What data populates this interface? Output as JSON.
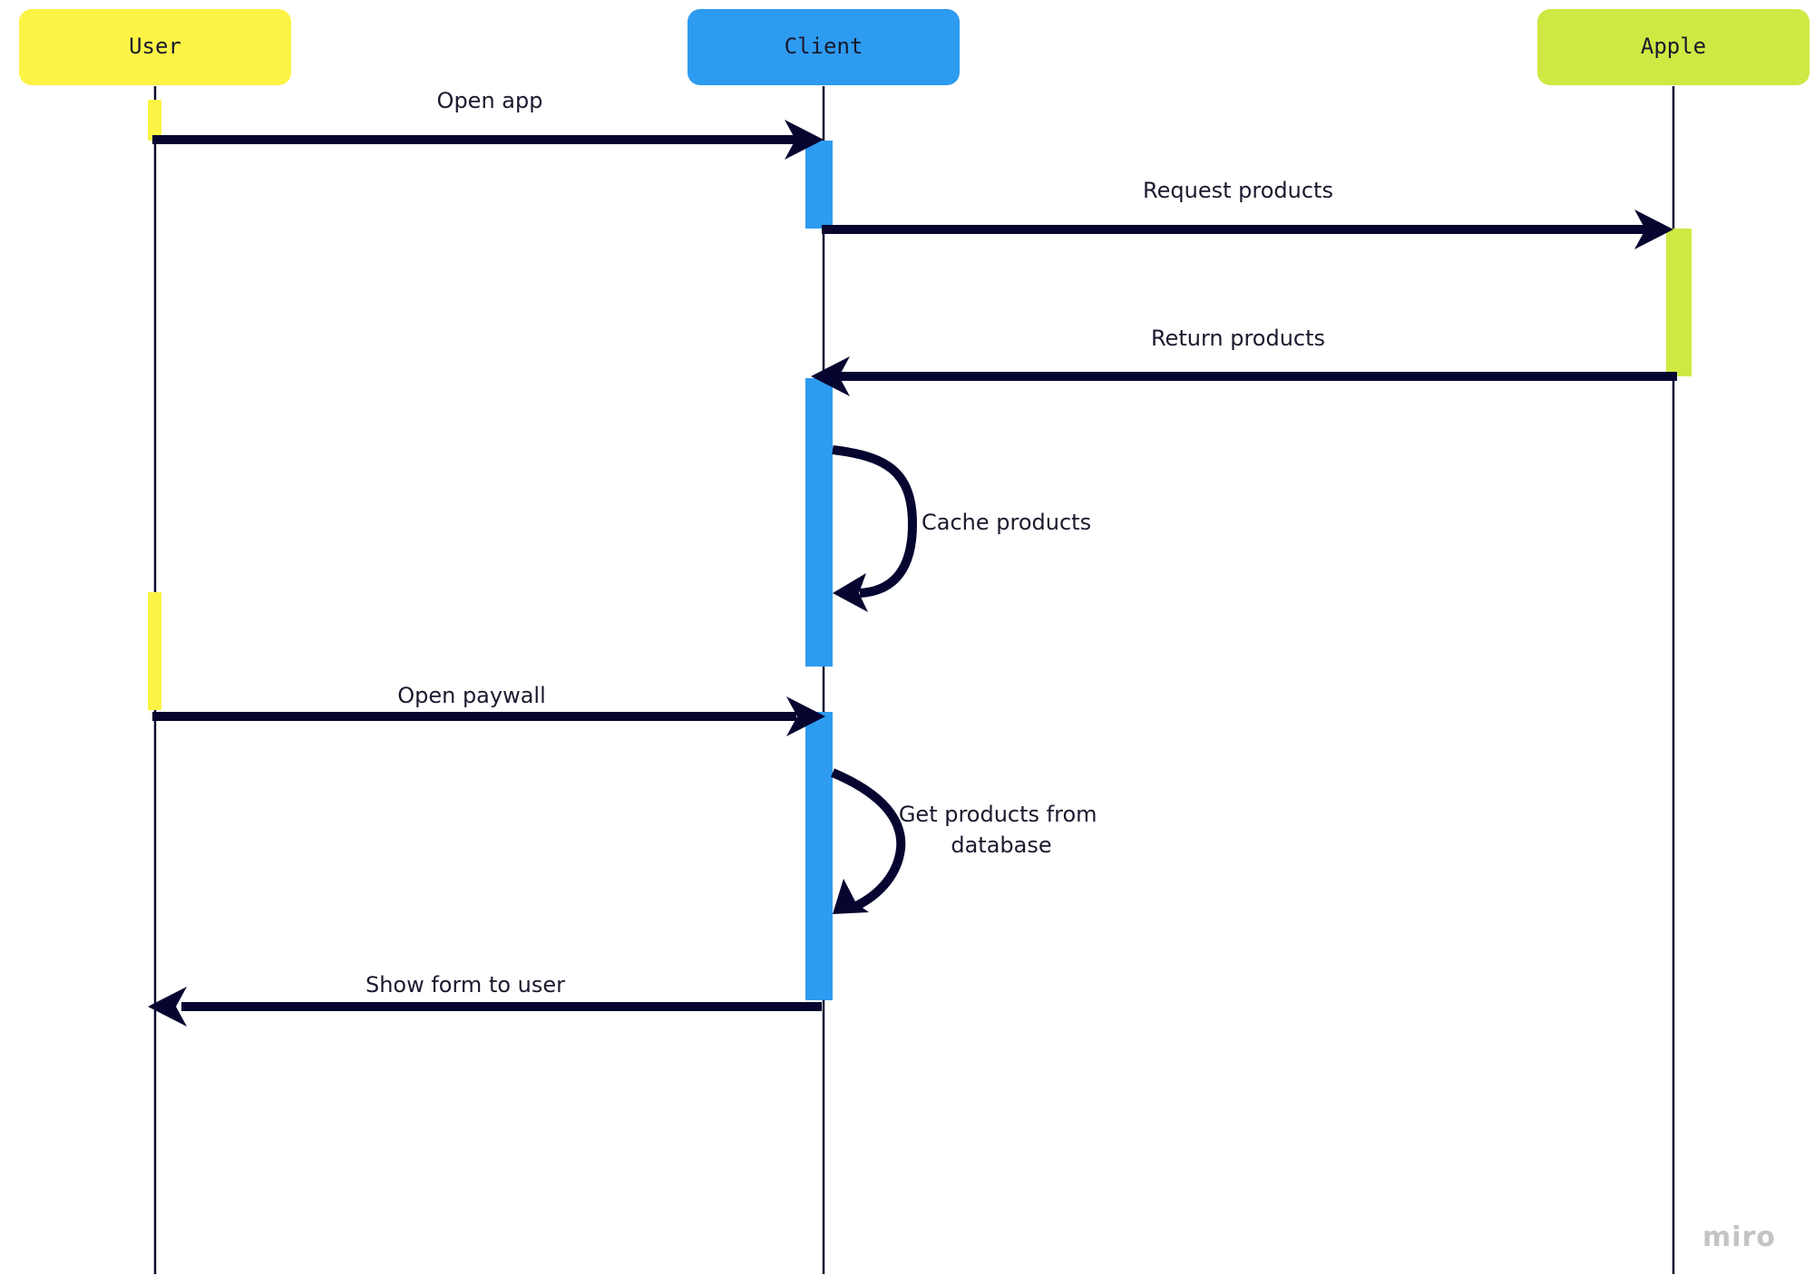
{
  "actors": [
    {
      "id": "user",
      "name": "User",
      "color": "#fdf346"
    },
    {
      "id": "client",
      "name": "Client",
      "color": "#2d9bf0"
    },
    {
      "id": "apple",
      "name": "Apple",
      "color": "#d0e843"
    }
  ],
  "messages": [
    {
      "id": "open-app",
      "label": "Open app",
      "from": "user",
      "to": "client"
    },
    {
      "id": "request-products",
      "label": "Request products",
      "from": "client",
      "to": "apple"
    },
    {
      "id": "return-products",
      "label": "Return products",
      "from": "apple",
      "to": "client"
    },
    {
      "id": "cache-products",
      "label": "Cache products",
      "from": "client",
      "to": "client"
    },
    {
      "id": "open-paywall",
      "label": "Open paywall",
      "from": "user",
      "to": "client"
    },
    {
      "id": "get-products-from-database",
      "label": [
        "Get products from",
        "database"
      ],
      "from": "client",
      "to": "client"
    },
    {
      "id": "show-form-to-user",
      "label": "Show form to user",
      "from": "client",
      "to": "user"
    }
  ],
  "watermark": "miro",
  "colors": {
    "arrow": "#050530",
    "lifeline": "#0a0a30"
  }
}
